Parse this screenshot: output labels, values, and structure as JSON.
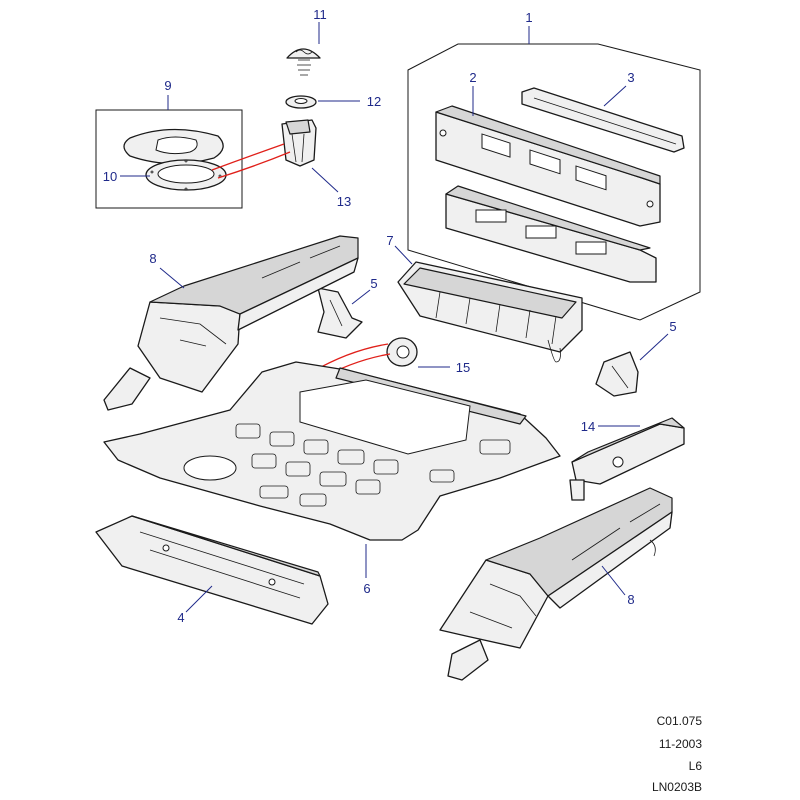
{
  "callouts": {
    "c1": "1",
    "c2": "2",
    "c3": "3",
    "c4": "4",
    "c5a": "5",
    "c5b": "5",
    "c6": "6",
    "c7": "7",
    "c8a": "8",
    "c8b": "8",
    "c9": "9",
    "c10": "10",
    "c11": "11",
    "c12": "12",
    "c13": "13",
    "c14": "14",
    "c15": "15"
  },
  "footer": {
    "code": "C01.075",
    "date": "11-2003",
    "model": "L6",
    "ref": "LN0203B"
  },
  "colors": {
    "callout": "#1f2a8a",
    "line": "#1a1a1a",
    "highlight": "#e0201a"
  }
}
